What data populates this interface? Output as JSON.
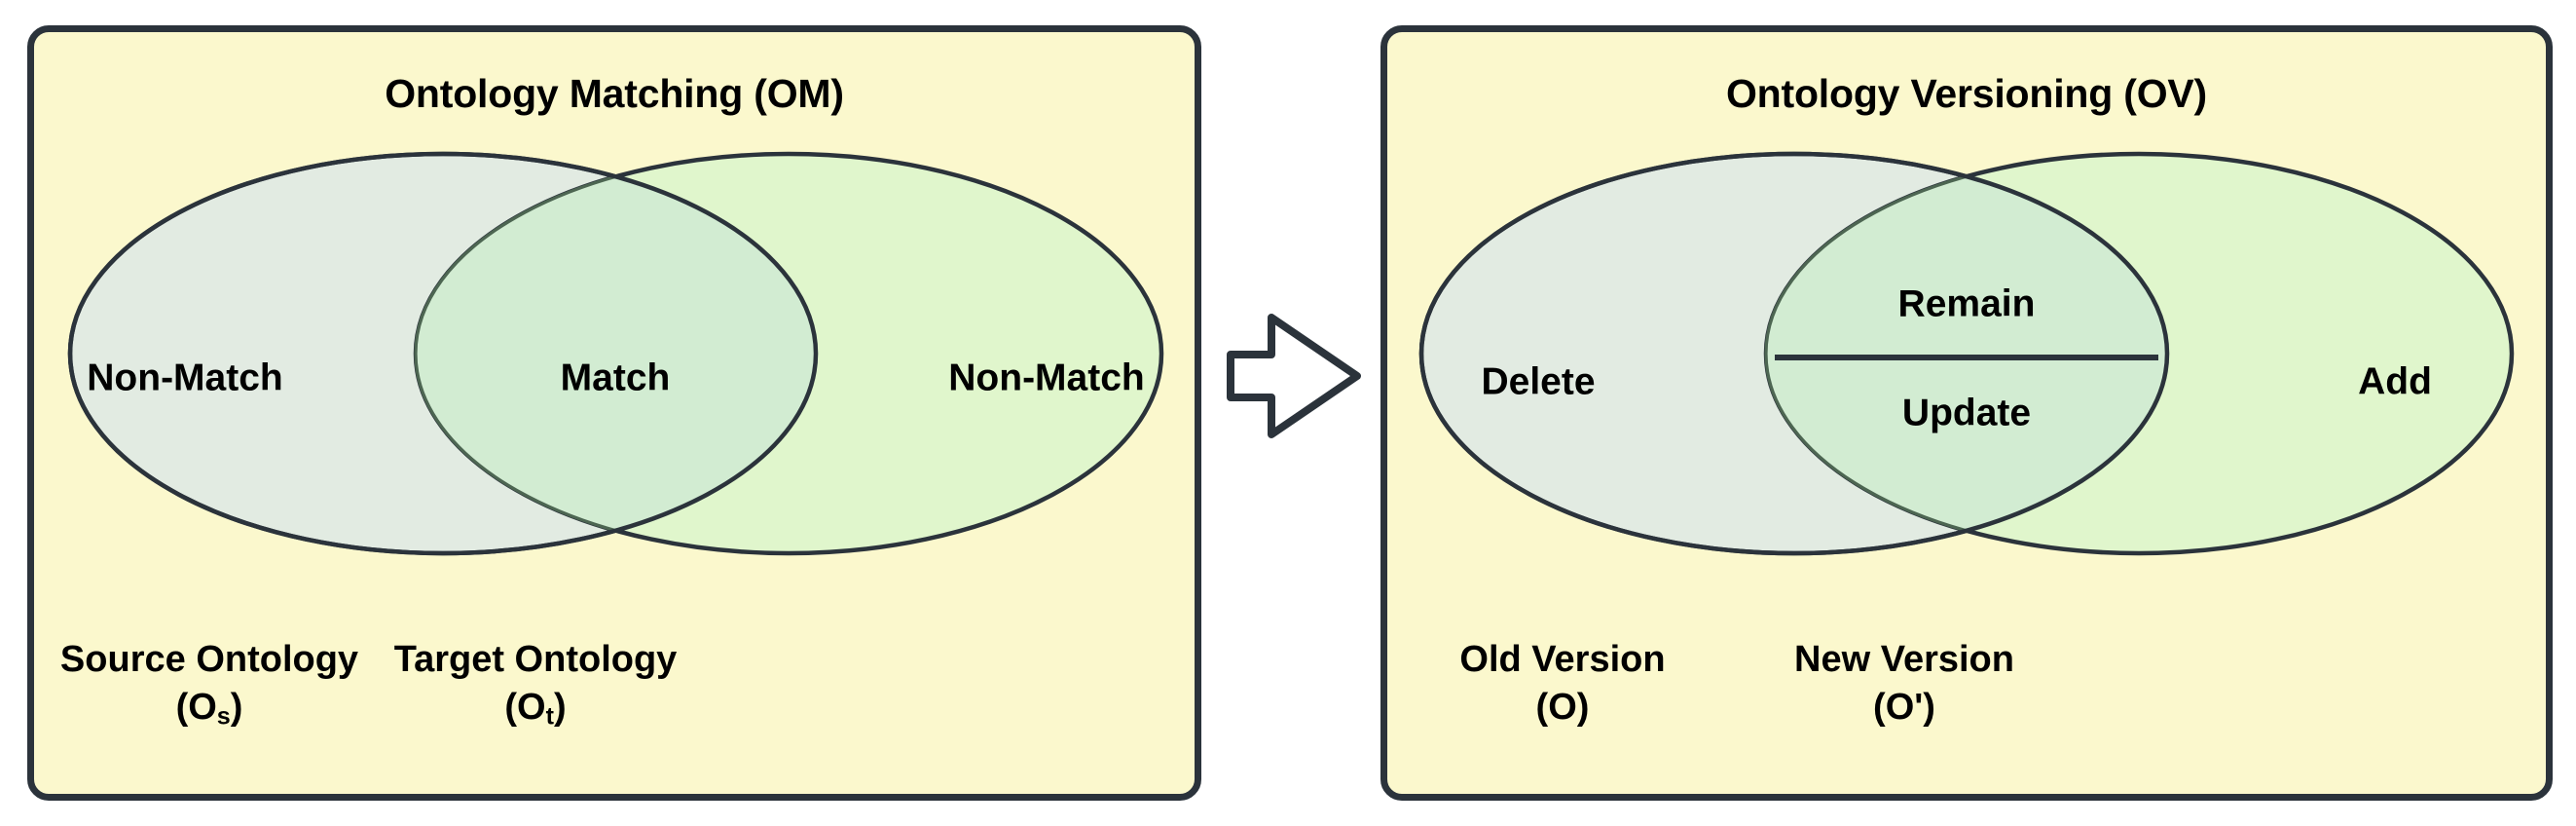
{
  "diagram": {
    "type": "venn-comparison",
    "background_color": "#ffffff",
    "panel_fill": "#fbf8cd",
    "panel_border_color": "#2b333b",
    "ellipse_left_fill": "#e2ebe2",
    "ellipse_right_fill": "#ddf5cc",
    "ellipse_overlap_fill": "#d2ecd2",
    "ellipse_stroke": "#2b333b",
    "text_color": "#000000"
  },
  "panels": [
    {
      "id": "ontology-matching",
      "title": "Ontology Matching (OM)",
      "regions": {
        "left_only": "Non-Match",
        "overlap": "Match",
        "right_only": "Non-Match"
      },
      "captions": {
        "left_line1": "Source Ontology",
        "left_line2_open": "(O",
        "left_line2_sub": "s",
        "left_line2_close": ")",
        "right_line1": "Target Ontology",
        "right_line2_open": "(O",
        "right_line2_sub": "t",
        "right_line2_close": ")"
      }
    },
    {
      "id": "ontology-versioning",
      "title": "Ontology Versioning (OV)",
      "regions": {
        "left_only": "Delete",
        "overlap_top": "Remain",
        "overlap_bottom": "Update",
        "right_only": "Add"
      },
      "captions": {
        "left_line1": "Old Version",
        "left_line2": "(O)",
        "right_line1": "New Version",
        "right_line2": "(O')"
      }
    }
  ],
  "connector": {
    "icon": "block-arrow-right",
    "direction": "right"
  }
}
